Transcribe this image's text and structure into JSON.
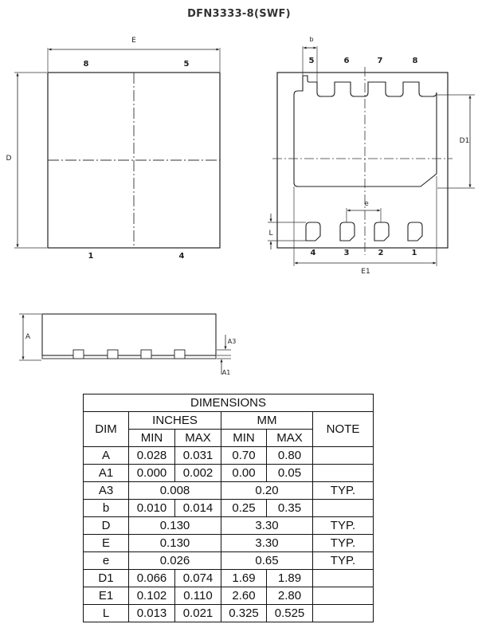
{
  "title": "DFN3333-8(SWF)",
  "top_view": {
    "width_label": "E",
    "height_label": "D",
    "pins_top": [
      "8",
      "5"
    ],
    "pins_bottom": [
      "1",
      "4"
    ]
  },
  "bottom_view": {
    "pin_width_label": "b",
    "pins_top": [
      "5",
      "6",
      "7",
      "8"
    ],
    "pins_bottom": [
      "4",
      "3",
      "2",
      "1"
    ],
    "pad_height_label": "D1",
    "pad_width_label": "E1",
    "pitch_label": "e",
    "lead_length_label": "L"
  },
  "side_view": {
    "height_label": "A",
    "lead_thickness_label": "A3",
    "standoff_label": "A1"
  },
  "table": {
    "title": "DIMENSIONS",
    "dim_header": "DIM",
    "inches_header": "INCHES",
    "mm_header": "MM",
    "note_header": "NOTE",
    "min_label": "MIN",
    "max_label": "MAX",
    "rows": [
      {
        "dim": "A",
        "in_min": "0.028",
        "in_max": "0.031",
        "mm_min": "0.70",
        "mm_max": "0.80",
        "note": ""
      },
      {
        "dim": "A1",
        "in_min": "0.000",
        "in_max": "0.002",
        "mm_min": "0.00",
        "mm_max": "0.05",
        "note": ""
      },
      {
        "dim": "A3",
        "in": "0.008",
        "mm": "0.20",
        "note": "TYP."
      },
      {
        "dim": "b",
        "in_min": "0.010",
        "in_max": "0.014",
        "mm_min": "0.25",
        "mm_max": "0.35",
        "note": ""
      },
      {
        "dim": "D",
        "in": "0.130",
        "mm": "3.30",
        "note": "TYP."
      },
      {
        "dim": "E",
        "in": "0.130",
        "mm": "3.30",
        "note": "TYP."
      },
      {
        "dim": "e",
        "in": "0.026",
        "mm": "0.65",
        "note": "TYP."
      },
      {
        "dim": "D1",
        "in_min": "0.066",
        "in_max": "0.074",
        "mm_min": "1.69",
        "mm_max": "1.89",
        "note": ""
      },
      {
        "dim": "E1",
        "in_min": "0.102",
        "in_max": "0.110",
        "mm_min": "2.60",
        "mm_max": "2.80",
        "note": ""
      },
      {
        "dim": "L",
        "in_min": "0.013",
        "in_max": "0.021",
        "mm_min": "0.325",
        "mm_max": "0.525",
        "note": ""
      }
    ]
  }
}
